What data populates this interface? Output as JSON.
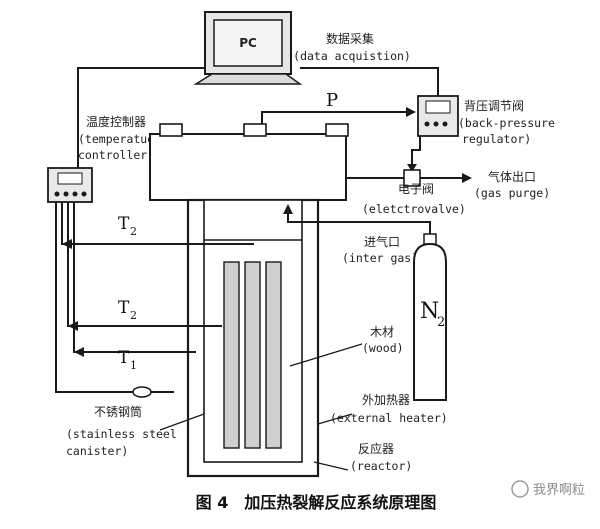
{
  "labels": {
    "pc": "PC",
    "data_acq_cn": "数据采集",
    "data_acq_en": "(data acquistion)",
    "temp_cn": "温度控制器",
    "temp_en1": "(temperatuer",
    "temp_en2": "controller)",
    "bpr_cn": "背压调节阀",
    "bpr_en1": "(back-pressure",
    "bpr_en2": "regulator)",
    "purge_cn": "气体出口",
    "purge_en": "(gas purge)",
    "valve_cn": "电子阀",
    "valve_en": "(eletctrovalve)",
    "inlet_cn": "进气口",
    "inlet_en": "(inter gas)",
    "p": "P",
    "t2_top": "T",
    "t2_top_sub": "2",
    "t2_mid": "T",
    "t2_mid_sub": "2",
    "t1": "T",
    "t1_sub": "1",
    "n2": "N",
    "n2_sub": "2",
    "wood_cn": "木材",
    "wood_en": "(wood)",
    "heater_cn": "外加热器",
    "heater_en": "(external heater)",
    "canister_cn": "不锈钢筒",
    "canister_en1": "(stainless steel",
    "canister_en2": "canister)",
    "reactor_cn": "反应器",
    "reactor_en": "(reactor)",
    "caption": "图 4　加压热裂解反应系统原理图",
    "watermark": "我界啊粒"
  },
  "colors": {
    "line": "#1a1a1a",
    "device_fill": "#e9e9e9",
    "wood_fill": "#cfcfcf",
    "screen_fill": "#f4f4f4"
  }
}
